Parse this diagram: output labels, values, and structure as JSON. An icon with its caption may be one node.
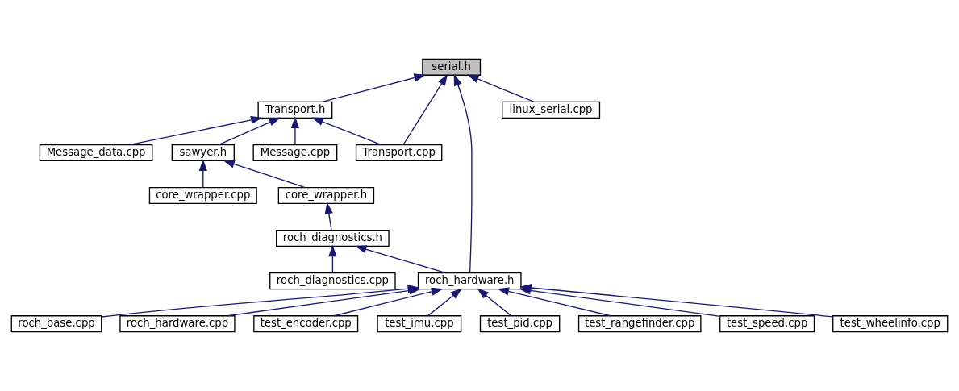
{
  "diagram": {
    "nodes": [
      {
        "text": [
          "serial.h"
        ]
      },
      {
        "text": [
          "Transport.h"
        ]
      },
      {
        "text": [
          "linux_serial.cpp"
        ]
      },
      {
        "text": [
          "sawyer.h"
        ]
      },
      {
        "text": [
          "Message.cpp"
        ]
      },
      {
        "text": [
          "Message_data.cpp"
        ]
      },
      {
        "text": [
          "Transport.cpp"
        ]
      },
      {
        "text": [
          "core_wrapper.h"
        ]
      },
      {
        "text": [
          "core_wrapper.cpp"
        ]
      },
      {
        "text": [
          "roch_diagnostics.h"
        ]
      },
      {
        "text": [
          "roch_diagnostics.cpp"
        ]
      },
      {
        "text": [
          "roch_hardware.h"
        ]
      },
      {
        "text": [
          "roch_base.cpp"
        ]
      },
      {
        "text": [
          "roch_hardware.cpp"
        ]
      },
      {
        "text": [
          "test_encoder.cpp"
        ]
      },
      {
        "text": [
          "test_imu.cpp"
        ]
      },
      {
        "text": [
          "test_pid.cpp"
        ]
      },
      {
        "text": [
          "test_rangefinder.cpp"
        ]
      },
      {
        "text": [
          "test_speed.cpp"
        ]
      },
      {
        "text": [
          "test_wheelinfo.cpp"
        ]
      }
    ],
    "edges": [
      {
        "from": 1,
        "to": 0,
        "arrow": "to"
      },
      {
        "from": 6,
        "to": 0,
        "arrow": "to"
      },
      {
        "from": 11,
        "to": 0,
        "arrow": "to"
      },
      {
        "from": 2,
        "to": 0,
        "arrow": "to"
      },
      {
        "from": 3,
        "to": 1,
        "arrow": "to"
      },
      {
        "from": 4,
        "to": 1,
        "arrow": "to"
      },
      {
        "from": 5,
        "to": 1,
        "arrow": "to"
      },
      {
        "from": 6,
        "to": 1,
        "arrow": "to"
      },
      {
        "from": 7,
        "to": 3,
        "arrow": "to"
      },
      {
        "from": 8,
        "to": 3,
        "arrow": "to"
      },
      {
        "from": 9,
        "to": 7,
        "arrow": "to"
      },
      {
        "from": 10,
        "to": 9,
        "arrow": "to"
      },
      {
        "from": 11,
        "to": 9,
        "arrow": "to"
      },
      {
        "from": 12,
        "to": 11,
        "arrow": "to"
      },
      {
        "from": 13,
        "to": 11,
        "arrow": "to"
      },
      {
        "from": 14,
        "to": 11,
        "arrow": "to"
      },
      {
        "from": 15,
        "to": 11,
        "arrow": "to"
      },
      {
        "from": 16,
        "to": 11,
        "arrow": "to"
      },
      {
        "from": 17,
        "to": 11,
        "arrow": "to"
      },
      {
        "from": 18,
        "to": 11,
        "arrow": "to"
      },
      {
        "from": 19,
        "to": 11,
        "arrow": "to"
      }
    ]
  }
}
